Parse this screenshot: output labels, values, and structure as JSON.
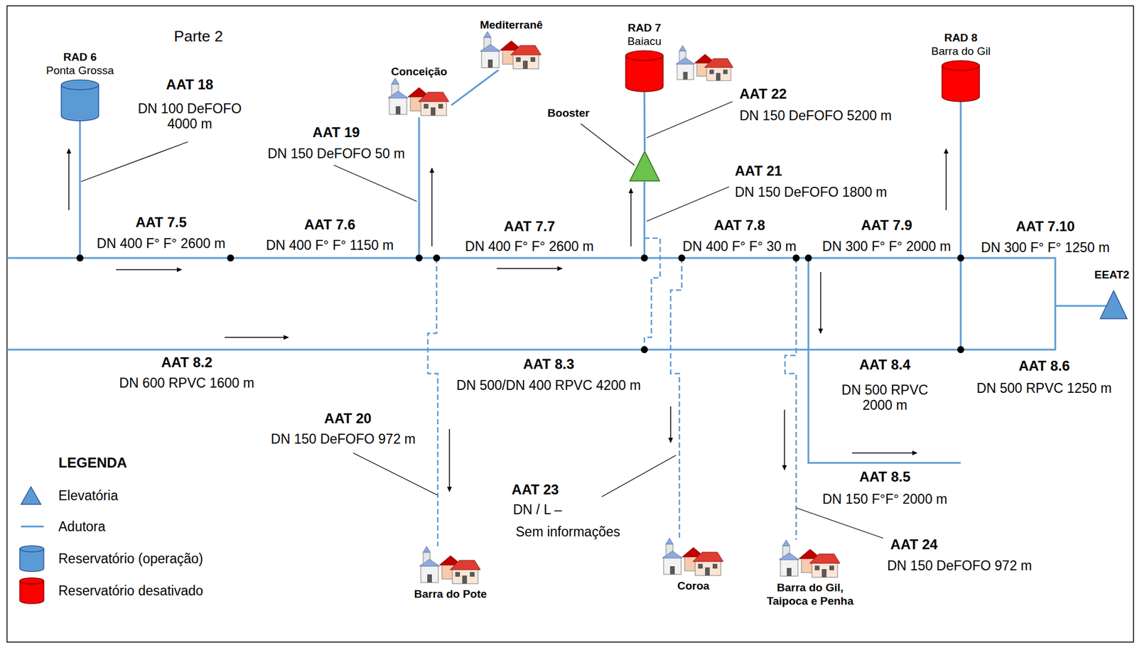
{
  "diagram": {
    "nodes": [
      {
        "text": [
          "RAD 6",
          "Ponta Grossa"
        ]
      },
      {
        "text": [
          "Mediterranê"
        ]
      },
      {
        "text": [
          "Conceição"
        ]
      },
      {
        "text": [
          "RAD 7",
          "Baiacu"
        ]
      },
      {
        "text": [
          "Booster"
        ]
      },
      {
        "text": [
          "RAD 8",
          "Barra do Gil"
        ]
      },
      {
        "text": [
          "EEAT2"
        ]
      },
      {
        "text": [
          "Barra do Pote"
        ]
      },
      {
        "text": [
          "Coroa"
        ]
      },
      {
        "text": [
          "Barra do Gil, Taipoca e Penha"
        ]
      }
    ],
    "edges": [
      {
        "from": 2,
        "to": 1,
        "arrow": "none"
      },
      {
        "from": 4,
        "to": 3,
        "arrow": "none"
      }
    ],
    "labels": [
      "Parte 2",
      "AAT 18",
      "DN 100 DeFOFO 4000 m",
      "AAT 19",
      "DN 150 DeFOFO 50 m",
      "AAT 22",
      "DN 150 DeFOFO 5200 m",
      "AAT 21",
      "DN 150 DeFOFO 1800 m",
      "AAT 7.5",
      "DN 400 F° F° 2600 m",
      "AAT 7.6",
      "DN 400 F° F° 1150 m",
      "AAT 7.7",
      "DN 400 F° F° 2600 m",
      "AAT 7.8",
      "DN 400 F° F° 30 m",
      "AAT 7.9",
      "DN 300 F° F° 2000 m",
      "AAT 7.10",
      "DN 300 F° F° 1250 m",
      "AAT 8.2",
      "DN 600 RPVC 1600 m",
      "AAT 8.3",
      "DN 500/DN 400 RPVC 4200 m",
      "AAT 8.4",
      "DN 500 RPVC 2000 m",
      "AAT 8.6",
      "DN 500 RPVC 1250 m",
      "AAT 20",
      "DN 150 DeFOFO 972 m",
      "AAT 23",
      "DN / L –",
      "Sem informações",
      "AAT 8.5",
      "DN 150 F°F° 2000 m",
      "AAT 24",
      "DN 150 DeFOFO 972 m",
      "LEGENDA"
    ],
    "legend": [
      {
        "text": "Elevatória",
        "color": "#5B9BD5"
      },
      {
        "text": "Adutora",
        "color": "#5B9BD5"
      },
      {
        "text": "Reservatório (operação)",
        "color": "#5B9BD5"
      },
      {
        "text": "Reservatório desativado",
        "color": "#FF0000"
      }
    ]
  }
}
